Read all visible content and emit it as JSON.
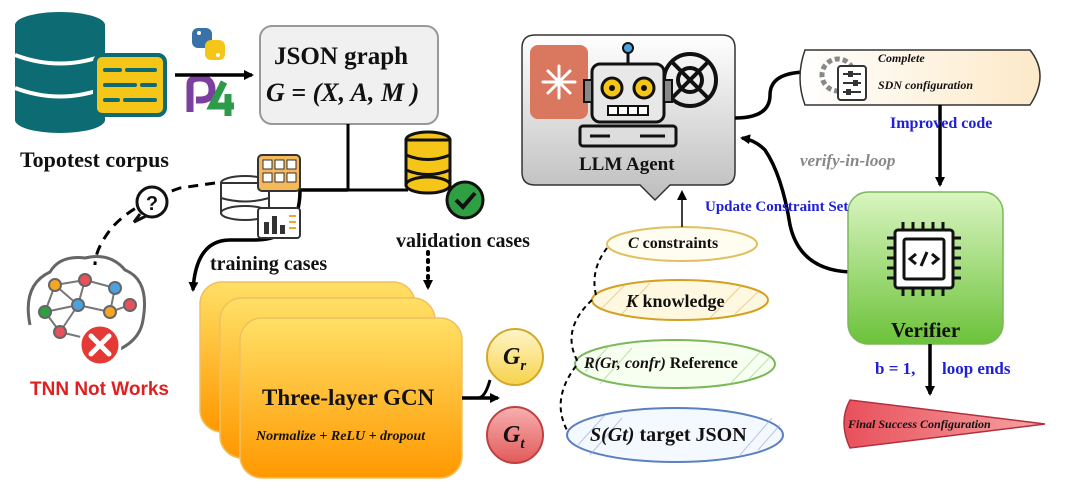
{
  "corpus": {
    "label": "Topotest corpus"
  },
  "json_graph": {
    "title": "JSON graph",
    "formula": "G = (X, A, M )"
  },
  "training": {
    "label": "training cases"
  },
  "validation": {
    "label": "validation cases"
  },
  "tnn": {
    "label": "TNN Not Works"
  },
  "gcn": {
    "title": "Three-layer GCN",
    "subtitle": "Normalize + ReLU + dropout"
  },
  "gr": {
    "base": "G",
    "sub": "r"
  },
  "gt": {
    "base": "G",
    "sub": "t"
  },
  "llm": {
    "label": "LLM Agent"
  },
  "sdn": {
    "line1": "Complete",
    "line2": "SDN configuration"
  },
  "flow": {
    "improved_code": "Improved code",
    "verify_in_loop": "verify-in-loop",
    "update_constraint": "Update Constraint Set",
    "loop_b": "b = 1,",
    "loop_ends": "loop ends"
  },
  "verifier": {
    "label": "Verifier"
  },
  "final": {
    "label": "Final Success Configuration"
  },
  "context": {
    "c_prefix": "C",
    "c_rest": " constraints",
    "k_prefix": "K",
    "k_rest": " knowledge",
    "r_prefix": "R(Gr, confr)",
    "r_rest": " Reference",
    "s_prefix": "S(Gt)",
    "s_rest": " target JSON"
  },
  "colors": {
    "db_teal": "#0d6b73",
    "db_yellow": "#f5c518",
    "gcn_orange": "#ffa500",
    "verifier_green": "#8fd35f",
    "final_red": "#e8505b",
    "tnn_red": "#e02020",
    "flow_blue": "#1f1fd6",
    "loop_gray": "#888888"
  }
}
